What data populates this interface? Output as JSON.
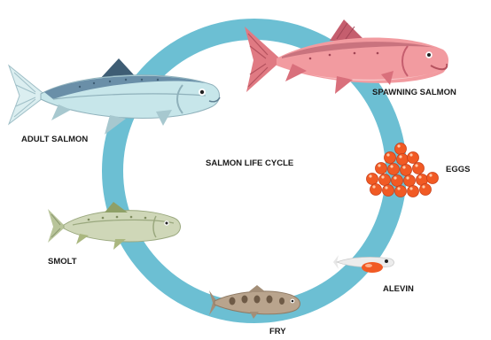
{
  "diagram": {
    "title": "SALMON LIFE CYCLE",
    "stages": {
      "spawning": "SPAWNING SALMON",
      "eggs": "EGGS",
      "alevin": "ALEVIN",
      "fry": "FRY",
      "smolt": "SMOLT",
      "adult": "ADULT SALMON"
    }
  },
  "colors": {
    "cycle_ring": "#6cbfd3",
    "egg": "#f15a24",
    "spawning_body": "#f29ba0",
    "adult_body": "#c7e6ea",
    "adult_back": "#6a8fa8",
    "smolt_body": "#cfd7b8",
    "fry_body": "#b9a48d"
  }
}
